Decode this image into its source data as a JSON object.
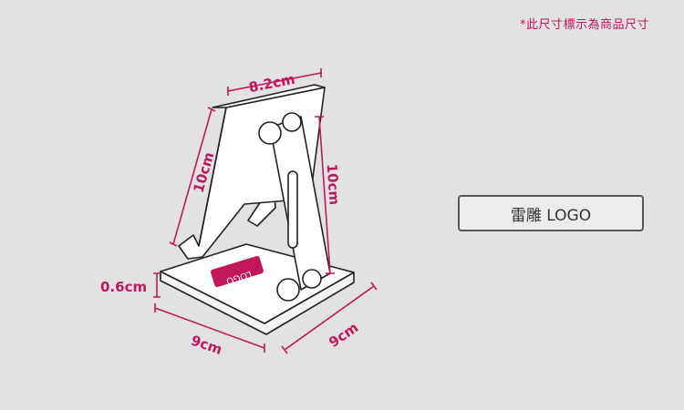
{
  "note": "*此尺寸標示為商品尺寸",
  "engrave_label": "雷雕 LOGO",
  "logo_tag": "LOGO",
  "dimensions": {
    "top_width": "8.2cm",
    "left_height": "10cm",
    "right_height": "10cm",
    "base_thickness": "0.6cm",
    "base_front": "9cm",
    "base_side": "9cm"
  },
  "colors": {
    "accent": "#c2185b",
    "background": "#e2e2e2",
    "outline": "#222222"
  }
}
